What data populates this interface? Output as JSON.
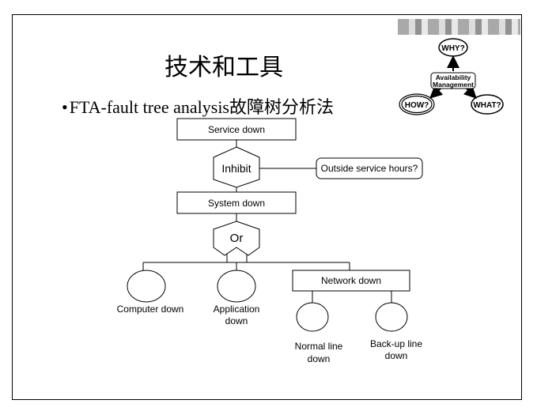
{
  "title": "技术和工具",
  "bullet": {
    "marker": "•",
    "text": "FTA-fault tree analysis故障树分析法"
  },
  "badge": {
    "why": "WHY?",
    "how": "HOW?",
    "what": "WHAT?",
    "center_line1": "Availability",
    "center_line2": "Management"
  },
  "tree": {
    "top_event": "Service down",
    "inhibit_gate": "Inhibit",
    "inhibit_condition": "Outside service hours?",
    "system_down": "System down",
    "or_gate": "Or",
    "computer_down": "Computer down",
    "application_down_line1": "Application",
    "application_down_line2": "down",
    "network_down": "Network down",
    "normal_line_line1": "Normal line",
    "normal_line_line2": "down",
    "backup_line_line1": "Back-up line",
    "backup_line_line2": "down"
  },
  "colors": {
    "line": "#000000",
    "background": "#ffffff"
  }
}
